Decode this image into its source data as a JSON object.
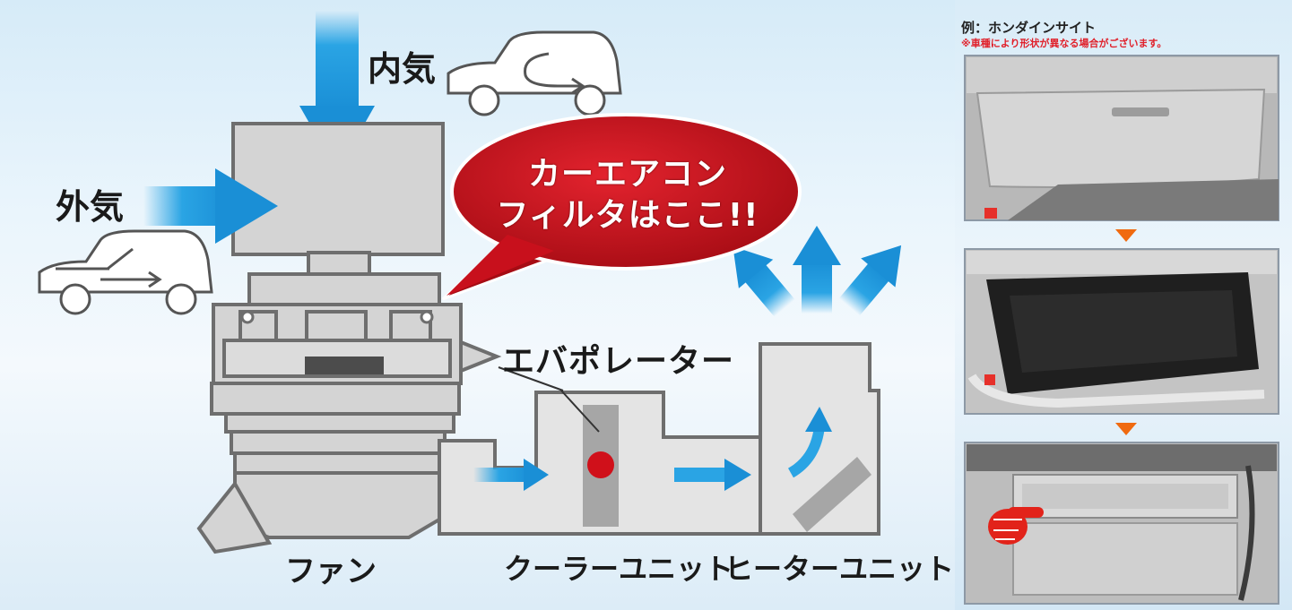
{
  "diagram": {
    "label_inside_air": "内気",
    "label_outside_air": "外気",
    "label_evaporator": "エバポレーター",
    "label_fan": "ファン",
    "label_cooler_unit": "クーラーユニット",
    "label_heater_unit": "ヒーターユニット",
    "callout_line1": "カーエアコン",
    "callout_line2": "フィルタはここ!!"
  },
  "example": {
    "caption": "例：ホンダインサイト",
    "note": "※車種により形状が異なる場合がございます。"
  },
  "colors": {
    "airflow_arrow": "#2aa4e4",
    "callout_red": "#c8101c",
    "unit_gray": "#d4d4d4",
    "outline_gray": "#6e6e6e",
    "note_red": "#e0202a",
    "step_arrow": "#f06a10"
  }
}
